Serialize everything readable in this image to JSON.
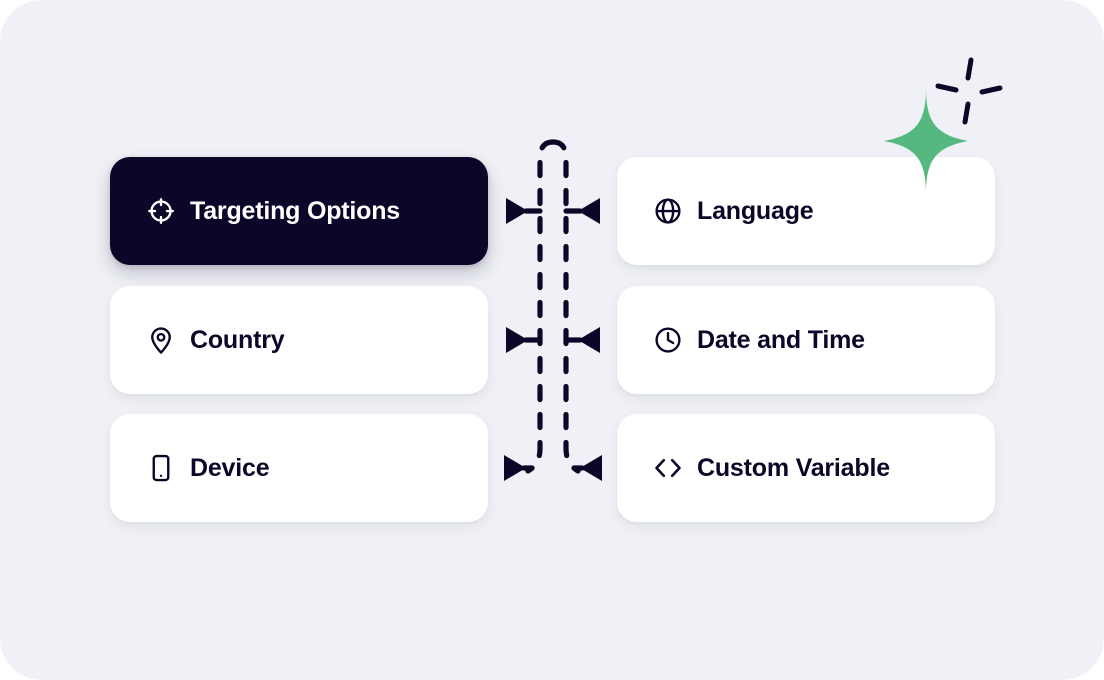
{
  "theme": {
    "canvas_background": "#eff1f6",
    "card_background": "#ffffff",
    "card_background_active": "#0d0628",
    "text_color": "#0d0628",
    "text_color_active": "#ffffff",
    "accent_green": "#55b97f",
    "connector_color": "#0d0628"
  },
  "diagram": {
    "title": "Targeting Options",
    "left_column": [
      {
        "label": "Targeting Options",
        "icon": "crosshair-icon",
        "active": true
      },
      {
        "label": "Country",
        "icon": "map-pin-icon",
        "active": false
      },
      {
        "label": "Device",
        "icon": "mobile-phone-icon",
        "active": false
      }
    ],
    "right_column": [
      {
        "label": "Language",
        "icon": "globe-icon",
        "active": false
      },
      {
        "label": "Date and Time",
        "icon": "clock-icon",
        "active": false
      },
      {
        "label": "Custom Variable",
        "icon": "code-brackets-icon",
        "active": false
      }
    ],
    "connector": {
      "style": "dashed",
      "arrow_rows": 3,
      "arrow_directions": [
        "left",
        "right"
      ]
    },
    "decorations": [
      {
        "name": "green-sparkle",
        "color": "#55b97f"
      },
      {
        "name": "dark-sparkle",
        "color": "#0d0628"
      }
    ]
  }
}
